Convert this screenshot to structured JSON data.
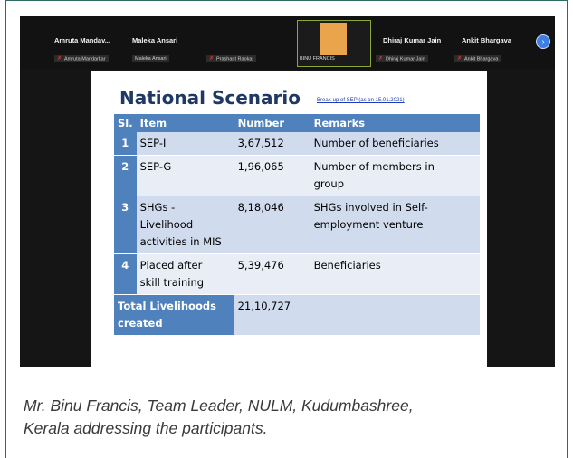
{
  "participants": [
    {
      "name": "Amruta Mandav...",
      "sub": "Amruta Mandarkar",
      "muted": true
    },
    {
      "name": "Maleka Ansari",
      "sub": "Maleka Ansari",
      "muted": false
    },
    {
      "name": "",
      "sub": "Prashant Raokar",
      "muted": true
    },
    {
      "name": "",
      "sub": "BINU FRANCIS",
      "muted": false,
      "video": true
    },
    {
      "name": "Dhiraj Kumar Jain",
      "sub": "Dhiraj Kumar Jain",
      "muted": true
    },
    {
      "name": "Ankit Bhargava",
      "sub": "Ankit Bhargava",
      "muted": true
    }
  ],
  "slide": {
    "title": "National Scenario",
    "link": "Break-up of SEP (as on 15.01.2021)",
    "headers": [
      "Sl.",
      "Item",
      "Number",
      "Remarks"
    ],
    "rows": [
      {
        "sl": "1",
        "item": [
          "SEP-I"
        ],
        "number": "3,67,512",
        "remarks": [
          "Number of beneficiaries"
        ]
      },
      {
        "sl": "2",
        "item": [
          "SEP-G"
        ],
        "number": "1,96,065",
        "remarks": [
          "Number of members in",
          "group"
        ]
      },
      {
        "sl": "3",
        "item": [
          "SHGs -",
          "Livelihood",
          "activities in MIS"
        ],
        "number": "8,18,046",
        "remarks": [
          "SHGs involved in Self-",
          "employment venture"
        ]
      },
      {
        "sl": "4",
        "item": [
          "Placed after",
          "skill training"
        ],
        "number": "5,39,476",
        "remarks": [
          "Beneficiaries"
        ]
      }
    ],
    "total": {
      "label_line1": "Total Livelihoods",
      "label_line2": "created",
      "number": "21,10,727"
    }
  },
  "caption": {
    "line1": "Mr. Binu Francis, Team Leader, NULM, Kudumbashree,",
    "line2": "Kerala addressing the participants."
  },
  "icons": {
    "next": "chevron-right-icon",
    "mic_off": "mic-off-icon"
  },
  "colors": {
    "header": "#4f81bd",
    "title": "#1f3864",
    "frame": "#2f6a64"
  }
}
